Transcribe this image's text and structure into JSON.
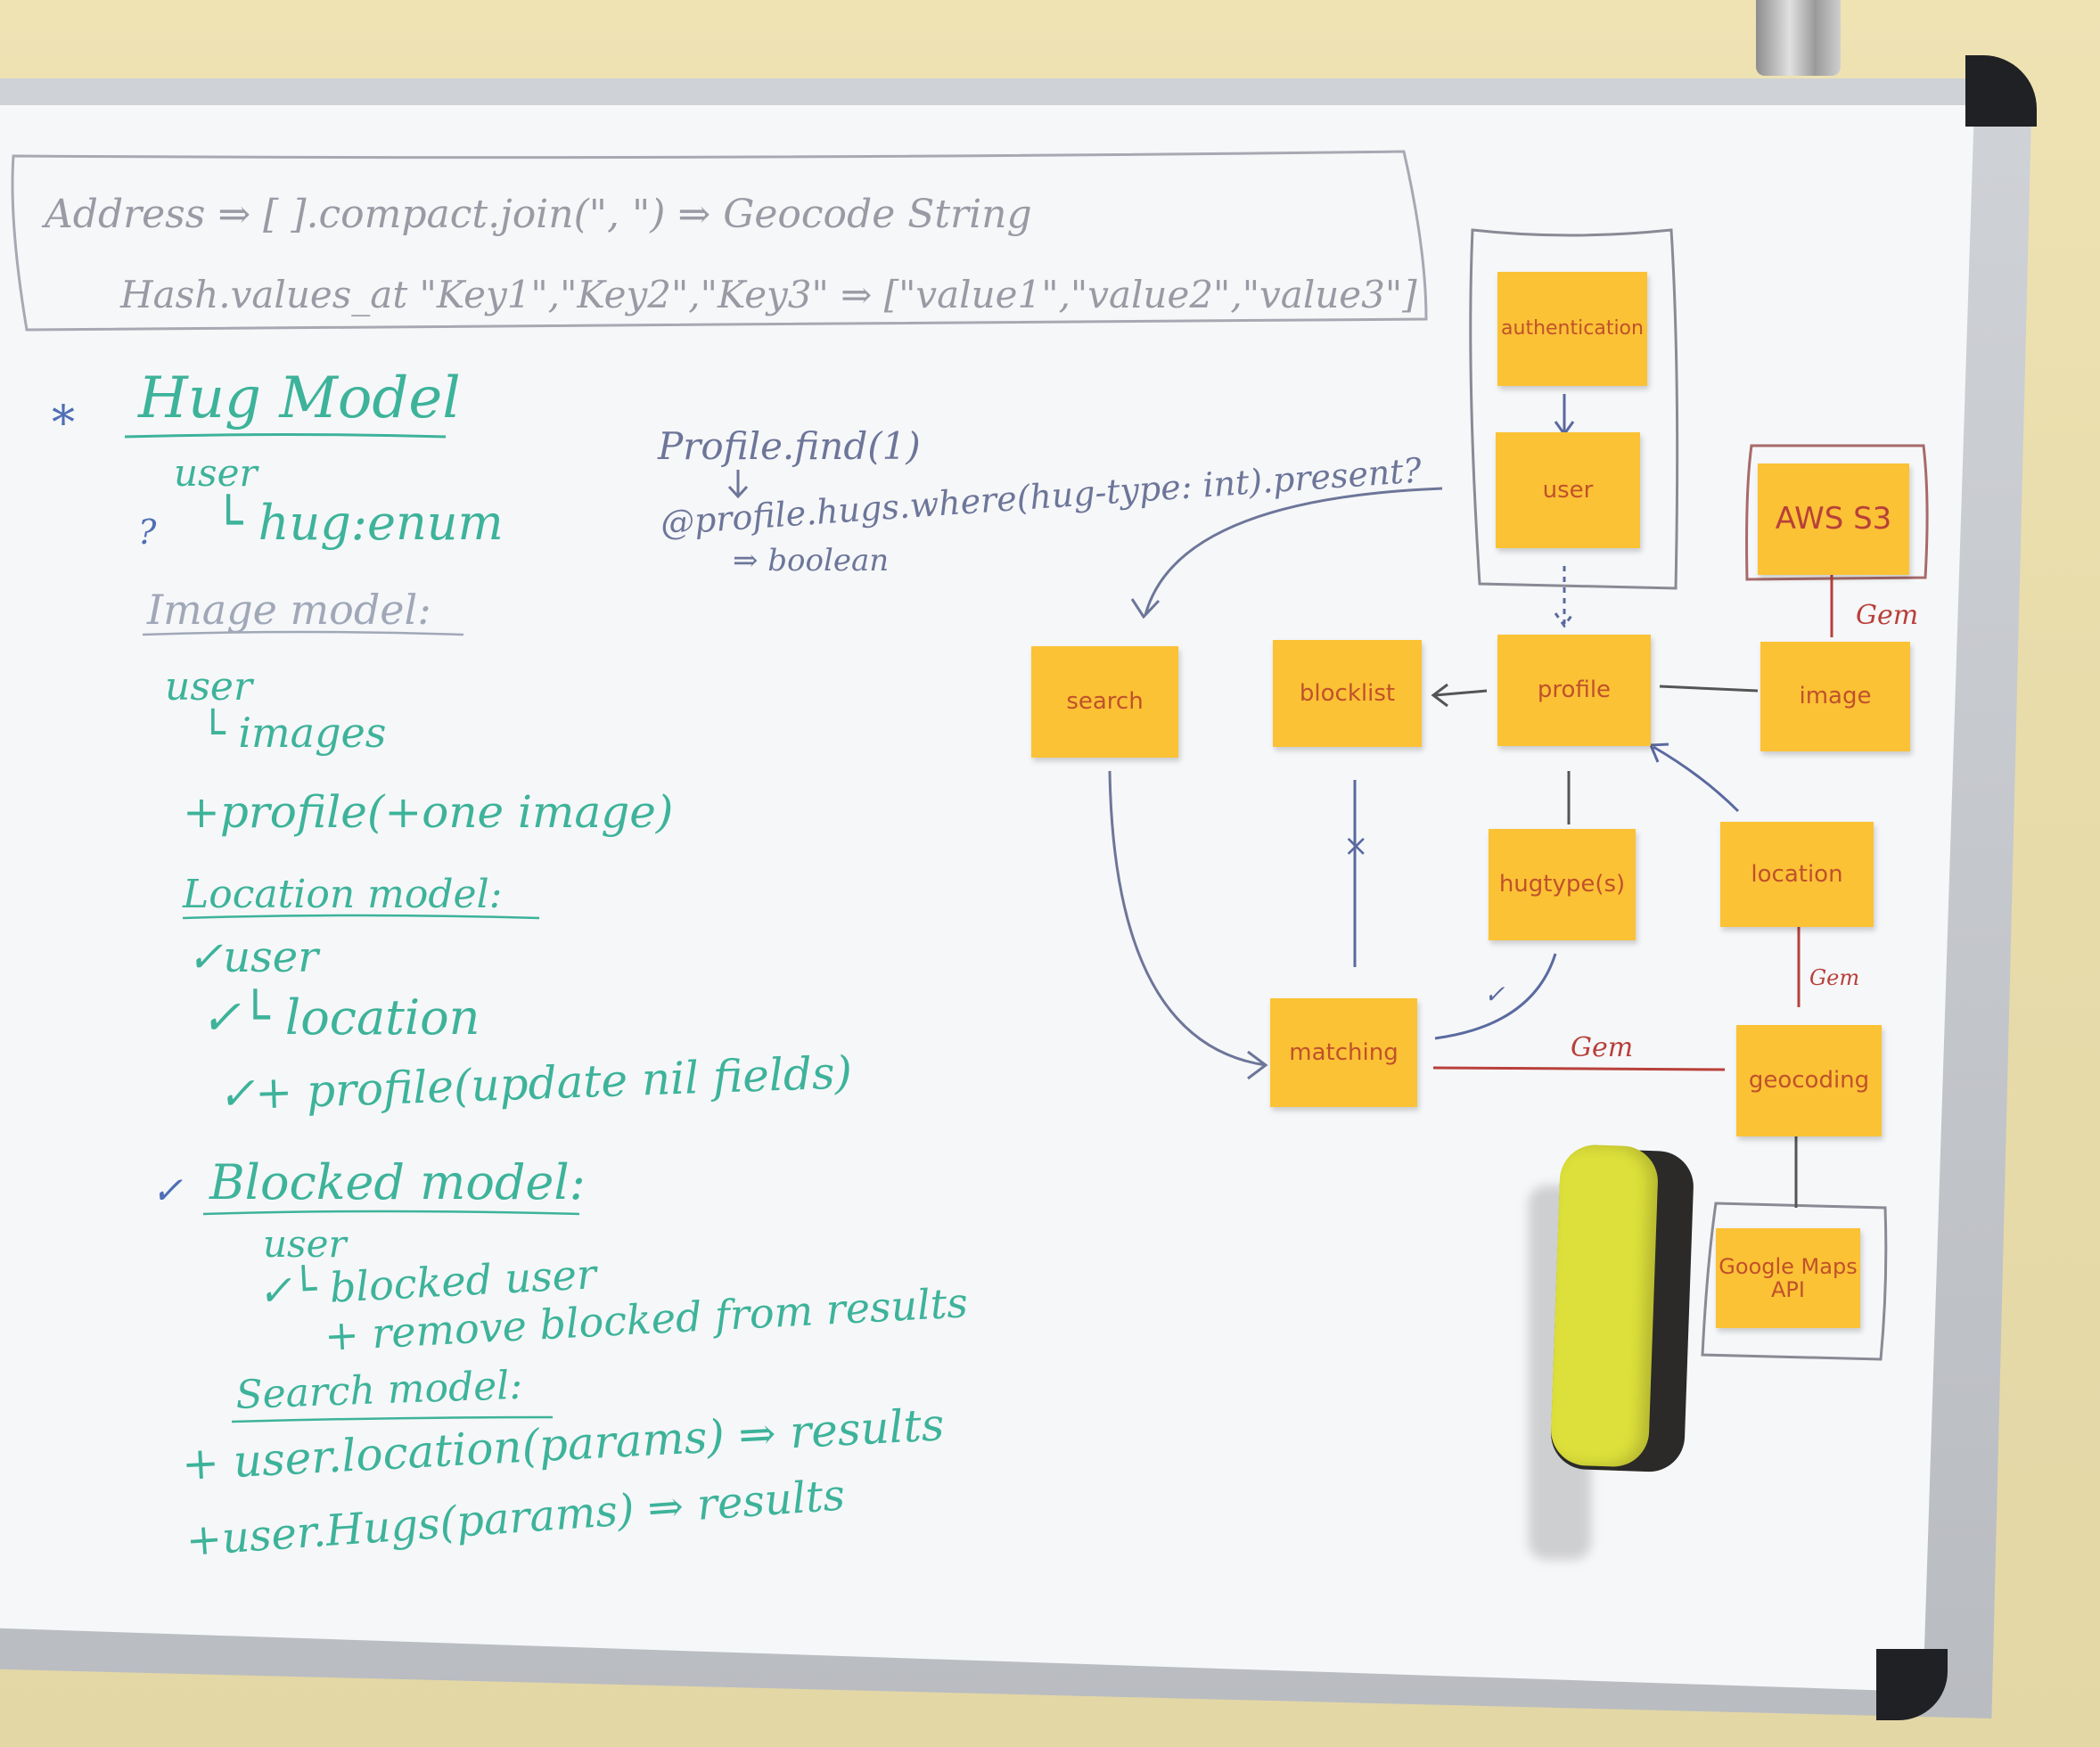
{
  "top_box": {
    "line1": "Address  ⇒ [ ].compact.join(\", \") ⇒ Geocode String",
    "line2": "Hash.values_at \"Key1\",\"Key2\",\"Key3\"  ⇒ [\"value1\",\"value2\",\"value3\"]"
  },
  "query": {
    "line1": "Profile.find(1)",
    "line2": "@profile.hugs.where(hug-type: int).present?",
    "line3": "⇒ boolean"
  },
  "models": {
    "star": "*",
    "hug_title": "Hug Model",
    "hug_user": "user",
    "question": "?",
    "hug_enum": "└ hug:enum",
    "image_title": "Image model:",
    "image_user": "user",
    "image_images": "└ images",
    "image_profile": "+profile(+one image)",
    "location_title": "Location model:",
    "location_user": "✓user",
    "location_location": "✓└ location",
    "location_profile": "✓+ profile(update nil fields)",
    "blocked_check": "✓",
    "blocked_title": "Blocked model:",
    "blocked_user": "user",
    "blocked_blocked": "✓└ blocked user",
    "blocked_remove": "+ remove blocked from results",
    "search_title": "Search model:",
    "search_location": "+ user.location(params) ⇒ results",
    "search_hugs": "+user.Hugs(params) ⇒ results"
  },
  "diagram": {
    "notes": {
      "authentication": "authentication",
      "user": "user",
      "aws": "AWS S3",
      "search": "search",
      "blocklist": "blocklist",
      "profile": "profile",
      "image": "image",
      "hugtypes": "hugtype(s)",
      "location": "location",
      "matching": "matching",
      "geocoding": "geocoding",
      "google_maps": "Google Maps API"
    },
    "labels": {
      "gem_aws": "Gem",
      "gem_location": "Gem",
      "gem_matching": "Gem",
      "x_mark": "×",
      "check_mark": "✓"
    }
  },
  "colors": {
    "note": "#fbc235",
    "teal_marker": "#3db39a",
    "gray_marker": "#9a9aa5",
    "navy_marker": "#4a5a8c",
    "red_marker": "#b8403a"
  }
}
